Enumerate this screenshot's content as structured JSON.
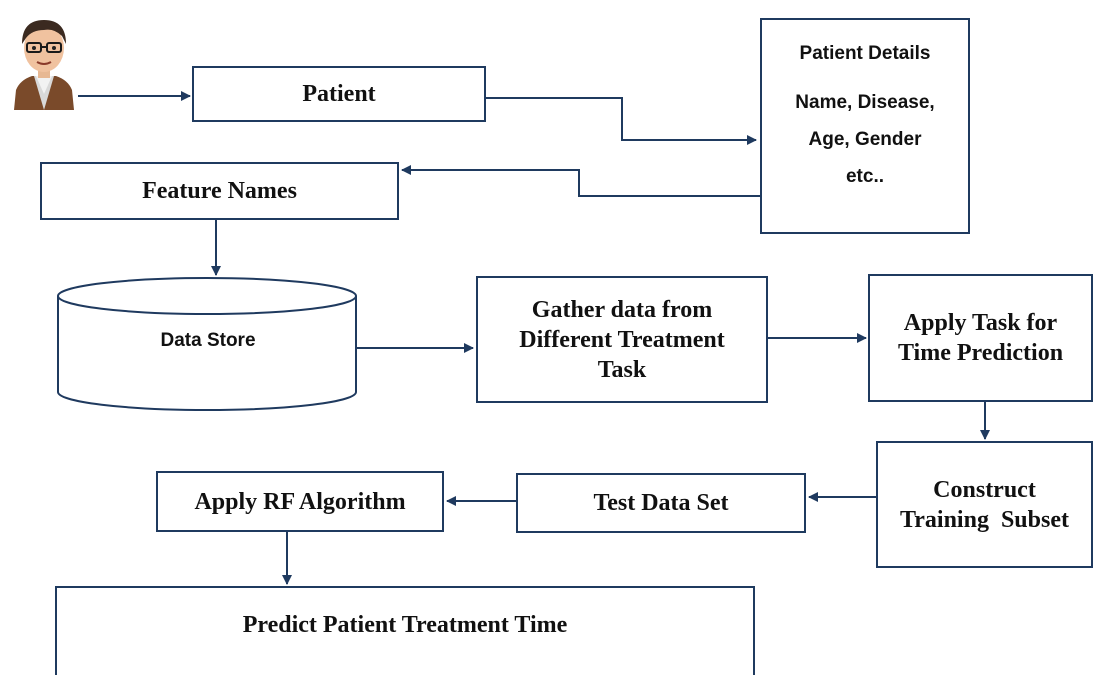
{
  "nodes": {
    "patient": "Patient",
    "patient_details": {
      "title": "Patient Details",
      "lines": [
        "Name, Disease,",
        "Age, Gender",
        "etc.."
      ]
    },
    "feature_names": "Feature Names",
    "data_store": "Data Store",
    "gather": [
      "Gather data from",
      "Different Treatment",
      "Task"
    ],
    "apply_task": [
      "Apply Task for",
      "Time Prediction"
    ],
    "construct": [
      "Construct",
      "Training  Subset"
    ],
    "test_data": "Test Data Set",
    "apply_rf": "Apply RF Algorithm",
    "predict": "Predict Patient Treatment Time"
  },
  "colors": {
    "box_border": "#1f3a5f",
    "arrow": "#1f3a5f",
    "text": "#111111"
  },
  "icons": {
    "user": "user-avatar-icon"
  }
}
